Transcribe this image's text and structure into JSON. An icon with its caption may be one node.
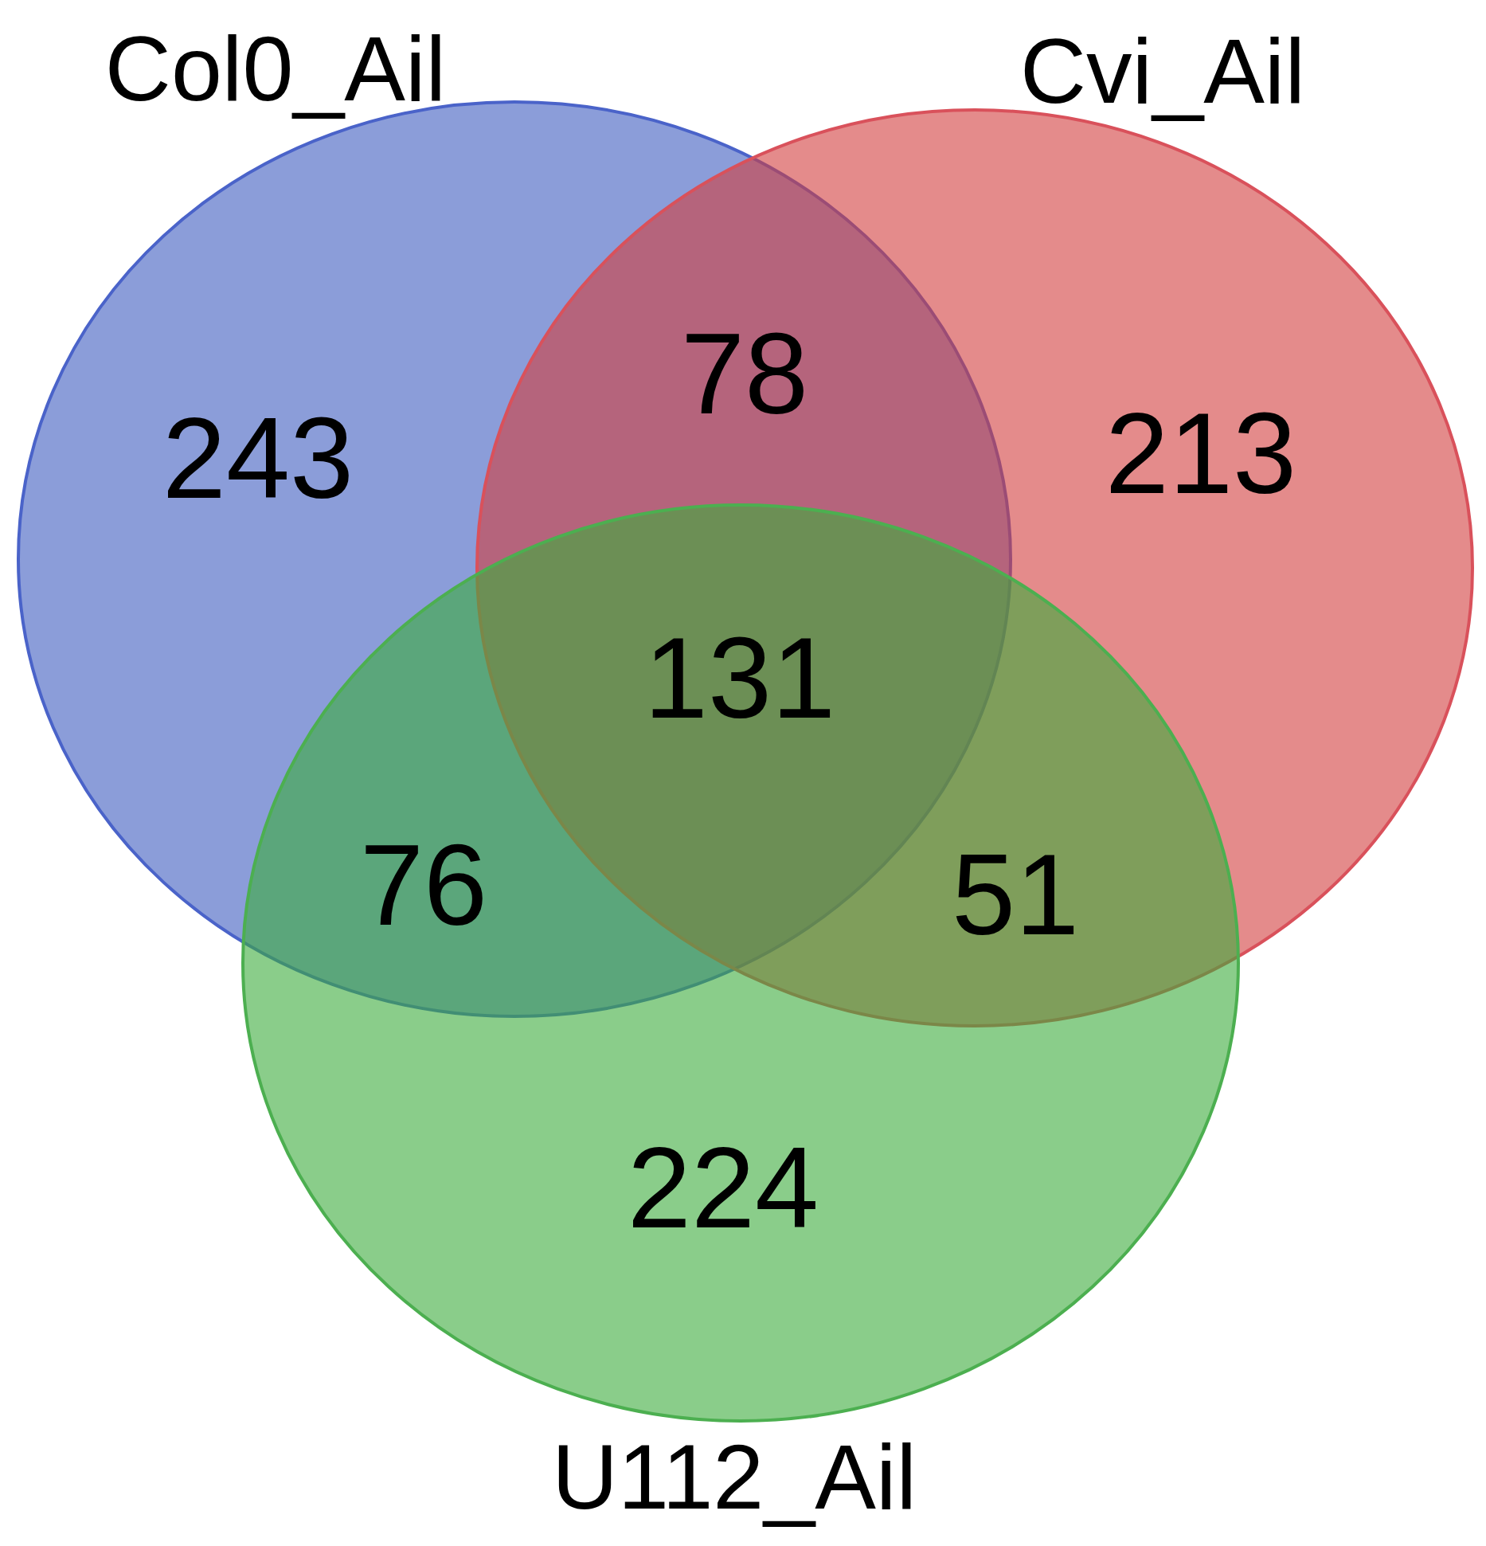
{
  "diagram": {
    "nodes": [
      {
        "text": [
          "Col0_Ail",
          "243"
        ]
      },
      {
        "text": [
          "Cvi_Ail",
          "213"
        ]
      },
      {
        "text": [
          "224",
          "U112_Ail"
        ]
      }
    ],
    "labels": [
      "78",
      "131",
      "76",
      "51"
    ]
  }
}
